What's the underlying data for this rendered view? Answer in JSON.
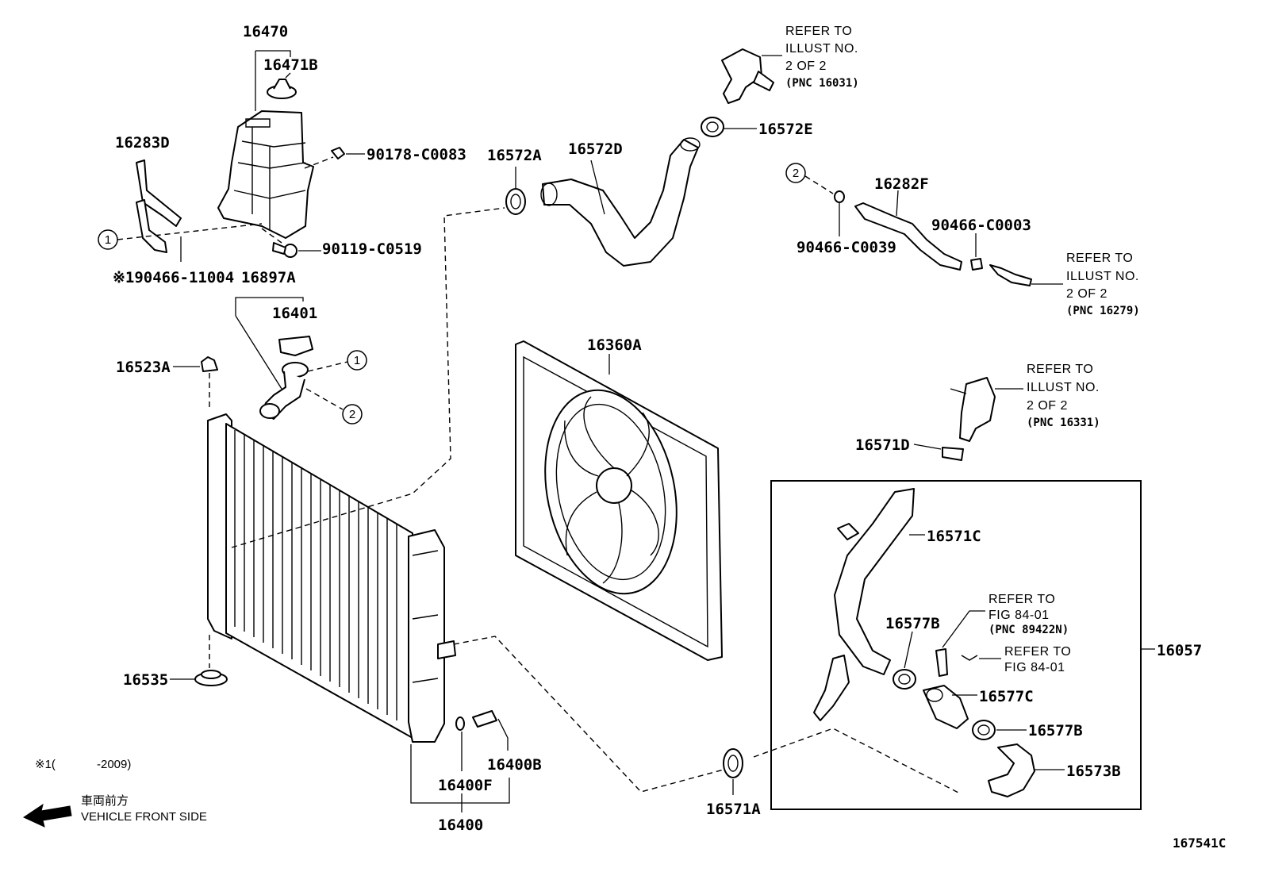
{
  "labels": {
    "p16470": "16470",
    "p16471B": "16471B",
    "p16283D": "16283D",
    "p90178": "90178-C0083",
    "p90119": "90119-C0519",
    "p90466_11004": "※190466-11004",
    "p16897A": "16897A",
    "p16401": "16401",
    "p16523A": "16523A",
    "p16535": "16535",
    "p16572A": "16572A",
    "p16572D": "16572D",
    "p16572E": "16572E",
    "p16282F": "16282F",
    "p90466_C0003": "90466-C0003",
    "p90466_C0039": "90466-C0039",
    "p16360A": "16360A",
    "p16571D": "16571D",
    "p16571C": "16571C",
    "p16577B_a": "16577B",
    "p16577C": "16577C",
    "p16577B_b": "16577B",
    "p16573B": "16573B",
    "p16057": "16057",
    "p16571A": "16571A",
    "p16400B": "16400B",
    "p16400F": "16400F",
    "p16400": "16400"
  },
  "refs": {
    "ref1": {
      "line1": "REFER TO",
      "line2": "ILLUST NO.",
      "line3": "2 OF 2",
      "line4": "(PNC 16031)"
    },
    "ref2": {
      "line1": "REFER TO",
      "line2": "ILLUST NO.",
      "line3": "2 OF 2",
      "line4": "(PNC 16279)"
    },
    "ref3": {
      "line1": "REFER TO",
      "line2": "ILLUST NO.",
      "line3": "2 OF 2",
      "line4": "(PNC 16331)"
    },
    "ref4": {
      "line1": "REFER TO",
      "line2": "FIG 84-01",
      "line3": "(PNC 89422N)"
    },
    "ref5": {
      "line1": "REFER TO",
      "line2": "FIG 84-01"
    }
  },
  "callouts": {
    "c1": "1",
    "c2": "2"
  },
  "footnote": {
    "mark": "※1(",
    "range": "-2009)"
  },
  "front": {
    "jp": "車両前方",
    "en": "VEHICLE FRONT SIDE"
  },
  "diagram_id": "167541C"
}
